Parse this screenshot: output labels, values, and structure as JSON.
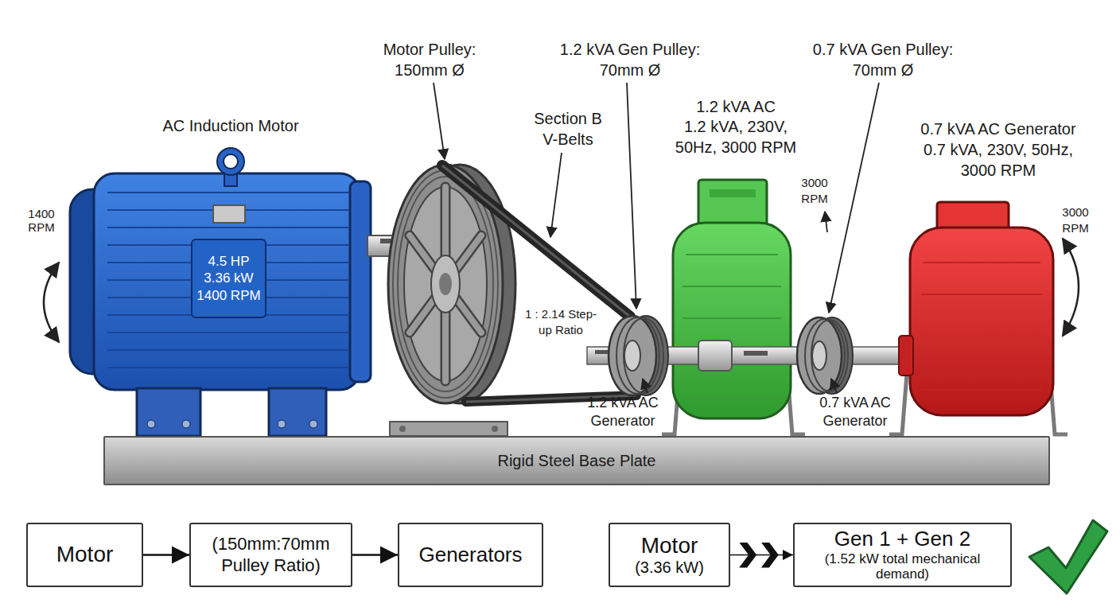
{
  "diagram": {
    "nodes": [
      {
        "text": [
          "4.5 HP 3.36 kW 1400 RPM"
        ]
      },
      {
        "text": [
          "Rigid Steel Base Plate"
        ]
      },
      {
        "text": [
          "Motor"
        ]
      },
      {
        "text": [
          "(150mm:70mm Pulley Ratio)"
        ]
      },
      {
        "text": [
          "Generators"
        ]
      },
      {
        "text": [
          "Motor",
          "(3.36 kW)"
        ]
      },
      {
        "text": [
          "Gen 1 + Gen 2",
          "(1.52 kW total mechanical demand)"
        ]
      }
    ],
    "edges": [
      {
        "from": 2,
        "to": 3,
        "arrow": "to"
      },
      {
        "from": 3,
        "to": 4,
        "arrow": "to"
      },
      {
        "from": 5,
        "to": 6,
        "arrow": "to"
      }
    ],
    "labels": [
      "AC Induction Motor",
      "Motor Pulley: 150mm Ø",
      "1.2 kVA Gen Pulley: 70mm Ø",
      "0.7 kVA Gen Pulley: 70mm Ø",
      "Section B V-Belts",
      "1.2 kVA AC",
      "1.2 kVA, 230V, 50Hz, 3000 RPM",
      "0.7 kVA AC Generator",
      "0.7 kVA, 230V, 50Hz, 3000 RPM",
      "1400 RPM",
      "1 : 2.14 Step-up Ratio",
      "3000 RPM",
      "3000 RPM",
      "1.2 kVA AC Generator",
      "0.7 kVA AC Generator"
    ]
  }
}
